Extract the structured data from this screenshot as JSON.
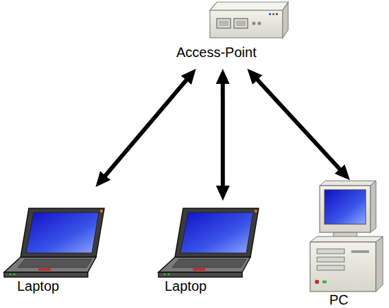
{
  "diagram": {
    "nodes": [
      {
        "text": [
          "Access-Point"
        ]
      },
      {
        "text": [
          "Laptop"
        ]
      },
      {
        "text": [
          "Laptop"
        ]
      },
      {
        "text": [
          "PC"
        ]
      }
    ],
    "edges": [
      {
        "from": 0,
        "to": 1,
        "arrow": "both"
      },
      {
        "from": 0,
        "to": 2,
        "arrow": "both"
      },
      {
        "from": 0,
        "to": 3,
        "arrow": "both"
      }
    ]
  }
}
